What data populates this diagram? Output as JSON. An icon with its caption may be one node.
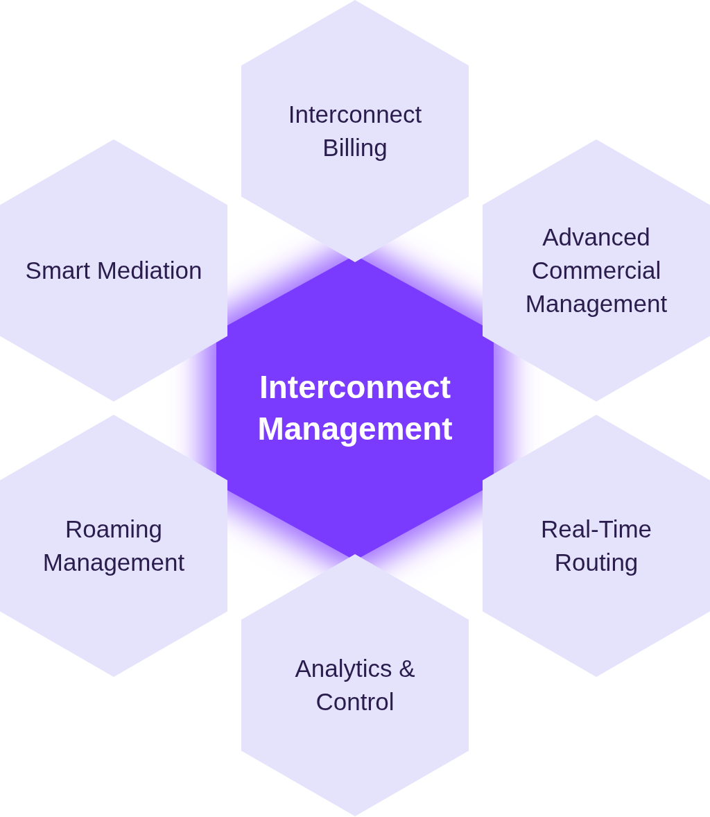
{
  "diagram": {
    "nodes": [
      {
        "text": [
          "Interconnect Billing"
        ]
      },
      {
        "text": [
          "Smart Mediation"
        ]
      },
      {
        "text": [
          "Advanced Commercial Management"
        ]
      },
      {
        "text": [
          "Interconnect Management"
        ]
      },
      {
        "text": [
          "Roaming Management"
        ]
      },
      {
        "text": [
          "Real-Time Routing"
        ]
      },
      {
        "text": [
          "Analytics & Control"
        ]
      }
    ],
    "edges": []
  }
}
